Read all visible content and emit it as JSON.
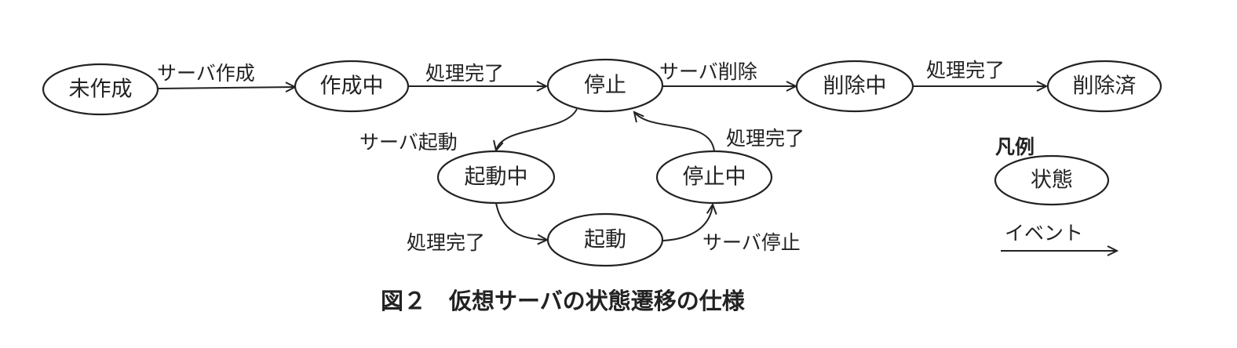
{
  "states": {
    "uncreated": "未作成",
    "creating": "作成中",
    "stopped": "停止",
    "deleting": "削除中",
    "deleted": "削除済",
    "starting": "起動中",
    "stopping": "停止中",
    "running": "起動"
  },
  "events": {
    "create_server": "サーバ作成",
    "complete_1": "処理完了",
    "delete_server": "サーバ削除",
    "complete_2": "処理完了",
    "start_server": "サーバ起動",
    "complete_3": "処理完了",
    "complete_4": "処理完了",
    "stop_server": "サーバ停止"
  },
  "legend": {
    "title": "凡例",
    "state": "状態",
    "event": "イベント"
  },
  "caption": "図２　仮想サーバの状態遷移の仕様"
}
